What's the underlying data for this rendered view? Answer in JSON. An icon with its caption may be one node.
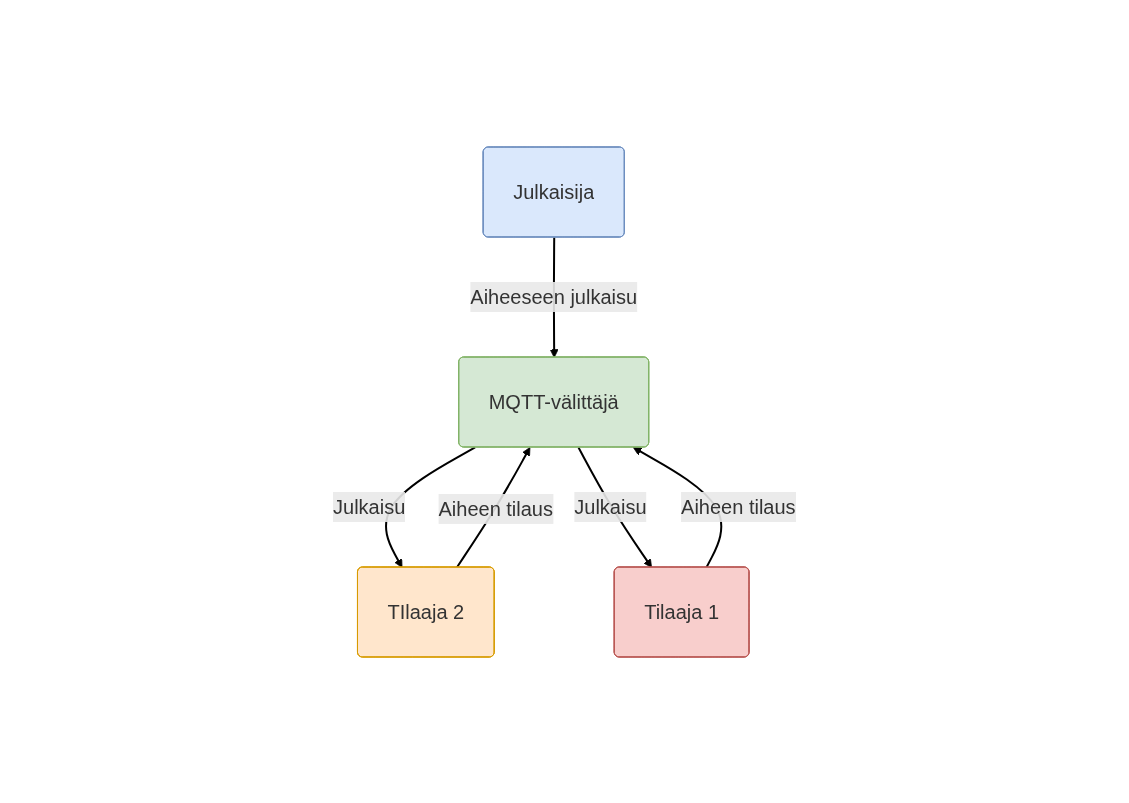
{
  "diagram": {
    "nodes": [
      {
        "text": [
          "Julkaisija"
        ]
      },
      {
        "text": [
          "MQTT-välittäjä"
        ]
      },
      {
        "text": [
          "TIlaaja 2"
        ]
      },
      {
        "text": [
          "Tilaaja 1"
        ]
      }
    ],
    "edges": [
      {
        "from": 0,
        "to": 1,
        "arrow": "to",
        "label": "Aiheeseen julkaisu"
      },
      {
        "from": 2,
        "to": 1,
        "arrow": "to",
        "label": "Aiheen tilaus"
      },
      {
        "from": 3,
        "to": 1,
        "arrow": "to",
        "label": "Aiheen tilaus"
      },
      {
        "from": 1,
        "to": 2,
        "arrow": "to",
        "label": "Julkaisu"
      },
      {
        "from": 1,
        "to": 3,
        "arrow": "to",
        "label": "Julkaisu"
      }
    ]
  }
}
